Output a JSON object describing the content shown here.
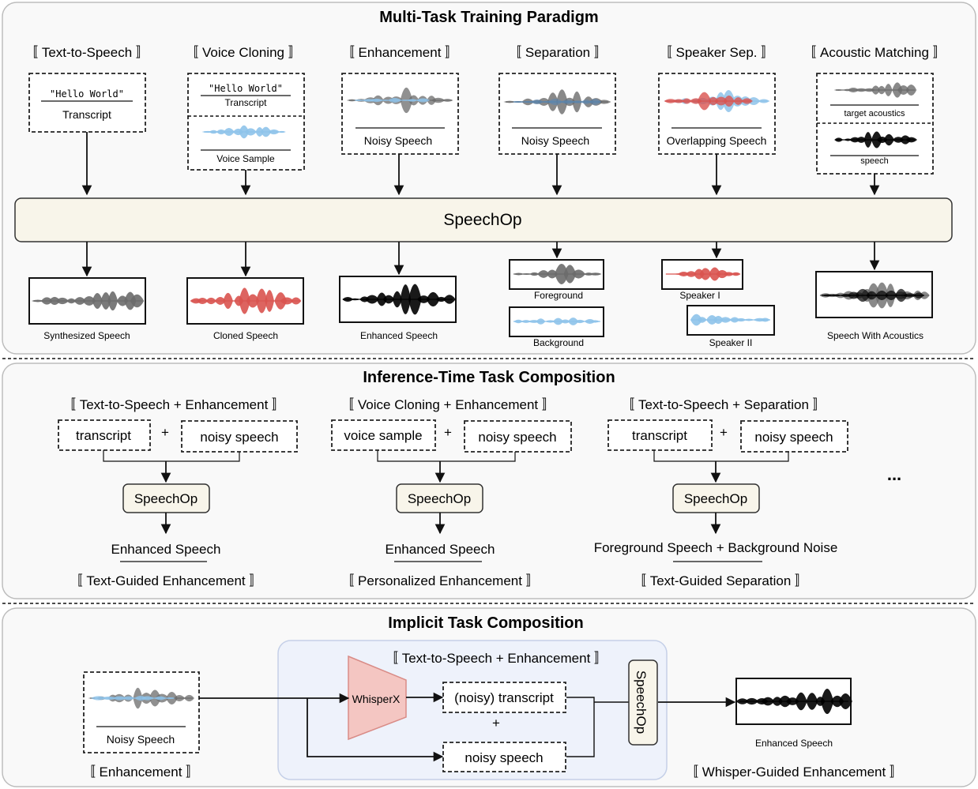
{
  "colors": {
    "gray": "#6b6b6b",
    "red": "#d9534f",
    "blue": "#8ec3ea",
    "black": "#000000",
    "op_fill": "#f8f5ea",
    "whisper_fill": "#f4c6c2",
    "implicit_bg": "#eef2fb"
  },
  "sections": {
    "training": "Multi-Task Training Paradigm",
    "inference": "Inference-Time Task Composition",
    "implicit": "Implicit Task Composition"
  },
  "training": {
    "tasks": [
      "〚 Text-to-Speech 〛",
      "〚 Voice Cloning 〛",
      "〚 Enhancement 〛",
      "〚 Separation 〛",
      "〚 Speaker Sep. 〛",
      "〚 Acoustic Matching 〛"
    ],
    "inputs": {
      "tts_text": "\"Hello World\"",
      "tts_label": "Transcript",
      "vc_text": "\"Hello World\"",
      "vc_label": "Transcript",
      "vc_sample": "Voice Sample",
      "enh": "Noisy Speech",
      "sep": "Noisy Speech",
      "spk": "Overlapping Speech",
      "am_target": "target acoustics",
      "am_speech": "speech"
    },
    "model": "SpeechOp",
    "outputs": {
      "tts": "Synthesized Speech",
      "vc": "Cloned Speech",
      "enh": "Enhanced Speech",
      "sep_fg": "Foreground",
      "sep_bg": "Background",
      "spk1": "Speaker I",
      "spk2": "Speaker II",
      "am": "Speech With Acoustics"
    }
  },
  "inference": {
    "plus": "+",
    "ellipsis": "...",
    "groups": [
      {
        "task": "〚 Text-to-Speech + Enhancement 〛",
        "in1": "transcript",
        "in2": "noisy speech",
        "op": "SpeechOp",
        "out": "Enhanced Speech",
        "name": "〚 Text-Guided Enhancement 〛"
      },
      {
        "task": "〚 Voice Cloning + Enhancement 〛",
        "in1": "voice sample",
        "in2": "noisy speech",
        "op": "SpeechOp",
        "out": "Enhanced Speech",
        "name": "〚 Personalized Enhancement 〛"
      },
      {
        "task": "〚 Text-to-Speech + Separation 〛",
        "in1": "transcript",
        "in2": "noisy speech",
        "op": "SpeechOp",
        "out": "Foreground Speech + Background Noise",
        "name": "〚 Text-Guided Separation 〛"
      }
    ]
  },
  "implicit": {
    "input_label": "Noisy Speech",
    "input_task": "〚 Enhancement 〛",
    "inner_task": "〚 Text-to-Speech + Enhancement 〛",
    "whisper": "WhisperX",
    "noisy_transcript": "(noisy) transcript",
    "plus": "+",
    "noisy_speech": "noisy speech",
    "op": "SpeechOp",
    "output_label": "Enhanced Speech",
    "output_task": "〚 Whisper-Guided Enhancement 〛"
  }
}
